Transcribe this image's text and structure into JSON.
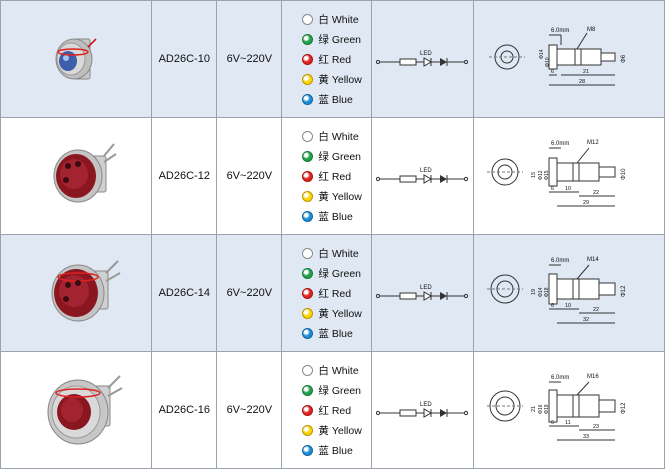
{
  "colors": {
    "accent_row_bg": "#dfe8f3",
    "white": "#ffffff",
    "green": "#1fa04a",
    "red": "#e0251f",
    "yellow": "#ffd400",
    "blue": "#1b8fd6"
  },
  "rows": [
    {
      "model": "AD26C-10",
      "voltage": "6V~220V",
      "led_label": "LED",
      "color_options": [
        "白 White",
        "绿 Green",
        "红 Red",
        "黄 Yellow",
        "蓝 Blue"
      ],
      "dims": {
        "width": "6.0mm",
        "thread": "M8",
        "h1": "Φ14",
        "h2": "Φ10",
        "h3": "Φ6",
        "d1": "6",
        "d2": "21",
        "d3": "28"
      }
    },
    {
      "model": "AD26C-12",
      "voltage": "6V~220V",
      "led_label": "LED",
      "color_options": [
        "白 White",
        "绿 Green",
        "红 Red",
        "黄 Yellow",
        "蓝 Blue"
      ],
      "dims": {
        "width": "6.0mm",
        "thread": "M12",
        "h0": "15",
        "h1": "Φ12",
        "h2": "Φ15",
        "h3": "Φ10",
        "d1": "6",
        "d2": "10",
        "d4": "22",
        "d3": "29"
      }
    },
    {
      "model": "AD26C-14",
      "voltage": "6V~220V",
      "led_label": "LED",
      "color_options": [
        "白 White",
        "绿 Green",
        "红 Red",
        "黄 Yellow",
        "蓝 Blue"
      ],
      "dims": {
        "width": "6.0mm",
        "thread": "M14",
        "h0": "19",
        "h1": "Φ14",
        "h2": "Φ18",
        "h3": "Φ12",
        "d1": "6",
        "d2": "10",
        "d4": "22",
        "d3": "32"
      }
    },
    {
      "model": "AD26C-16",
      "voltage": "6V~220V",
      "led_label": "LED",
      "color_options": [
        "白 White",
        "绿 Green",
        "红 Red",
        "黄 Yellow",
        "蓝 Blue"
      ],
      "dims": {
        "width": "6.0mm",
        "thread": "M16",
        "h0": "21",
        "h1": "Φ16",
        "h2": "Φ19",
        "h3": "Φ12",
        "d1": "6",
        "d2": "11",
        "d4": "23",
        "d3": "33"
      }
    }
  ]
}
